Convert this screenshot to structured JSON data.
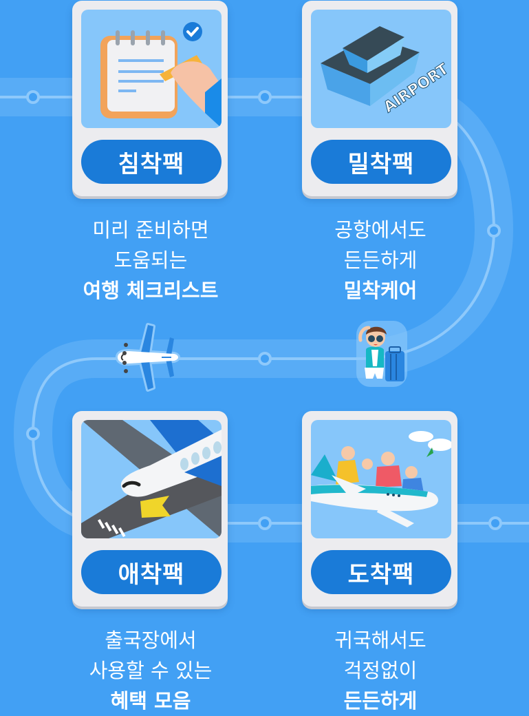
{
  "colors": {
    "background": "#42a0f4",
    "band": "#58acf6",
    "track_line": "#8ec9fb",
    "card_bg": "#ececef",
    "card_image_bg": "#86c6fa",
    "pill": "#1a7bd8",
    "text": "#ffffff"
  },
  "steps": [
    {
      "title": "침착팩",
      "image_icon": "notepad-checklist-icon",
      "desc": [
        "미리 준비하면",
        "도움되는"
      ],
      "highlight": "여행 체크리스트"
    },
    {
      "title": "밀착팩",
      "image_icon": "airport-building-icon",
      "image_text": "AIRPORT",
      "desc": [
        "공항에서도",
        "든든하게"
      ],
      "highlight": "밀착케어"
    },
    {
      "title": "애착팩",
      "image_icon": "airplane-runway-icon",
      "desc": [
        "출국장에서",
        "사용할 수 있는"
      ],
      "highlight": "혜택 모음"
    },
    {
      "title": "도착팩",
      "image_icon": "happy-travelers-plane-icon",
      "desc": [
        "귀국해서도",
        "걱정없이"
      ],
      "highlight": "든든하게"
    }
  ],
  "decorations": {
    "airplane": "airplane-icon",
    "traveler": "traveler-with-suitcase-icon"
  }
}
